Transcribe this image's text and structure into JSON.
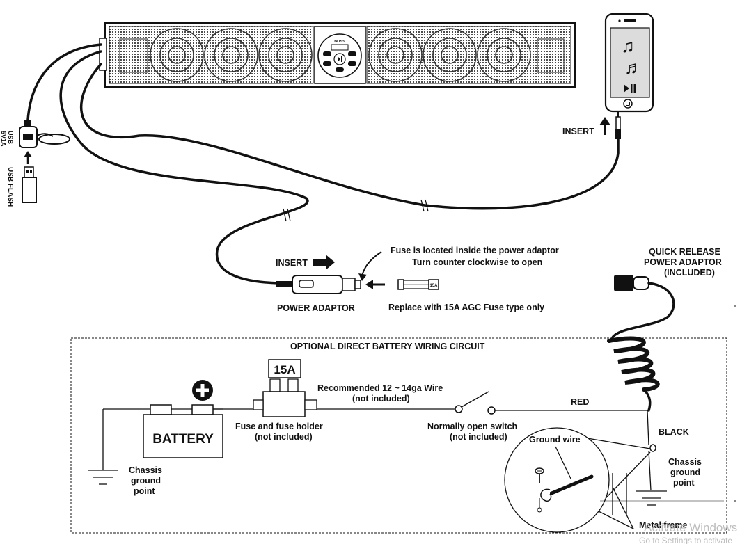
{
  "labels": {
    "insert_phone": "INSERT",
    "usb_port": "USB\n5V1A",
    "usb_flash": "USB FLASH",
    "insert_adaptor": "INSERT",
    "fuse_note_1": "Fuse is located inside the power adaptor",
    "fuse_note_2": "Turn counter clockwise to open",
    "power_adaptor": "POWER ADAPTOR",
    "replace_fuse": "Replace with 15A AGC Fuse type only",
    "fuse_small_label": "15A",
    "quick_release_1": "QUICK RELEASE",
    "quick_release_2": "POWER ADAPTOR",
    "quick_release_3": "(INCLUDED)",
    "circuit_title": "OPTIONAL DIRECT BATTERY WIRING CIRCUIT",
    "fuse_rating": "15A",
    "wire_rec_1": "Recommended 12 ~ 14ga Wire",
    "wire_rec_2": "(not included)",
    "red": "RED",
    "black": "BLACK",
    "battery": "BATTERY",
    "fuse_holder_1": "Fuse and fuse holder",
    "fuse_holder_2": "(not included)",
    "switch_1": "Normally open switch",
    "switch_2": "(not included)",
    "ground_wire": "Ground wire",
    "chassis_left_1": "Chassis",
    "chassis_left_2": "ground",
    "chassis_left_3": "point",
    "chassis_right_1": "Chassis",
    "chassis_right_2": "ground",
    "chassis_right_3": "point",
    "metal_frame": "Metal frame",
    "brand": "BOSS"
  },
  "watermark": {
    "title": "Activate Windows",
    "subtitle": "Go to Settings to activate"
  }
}
